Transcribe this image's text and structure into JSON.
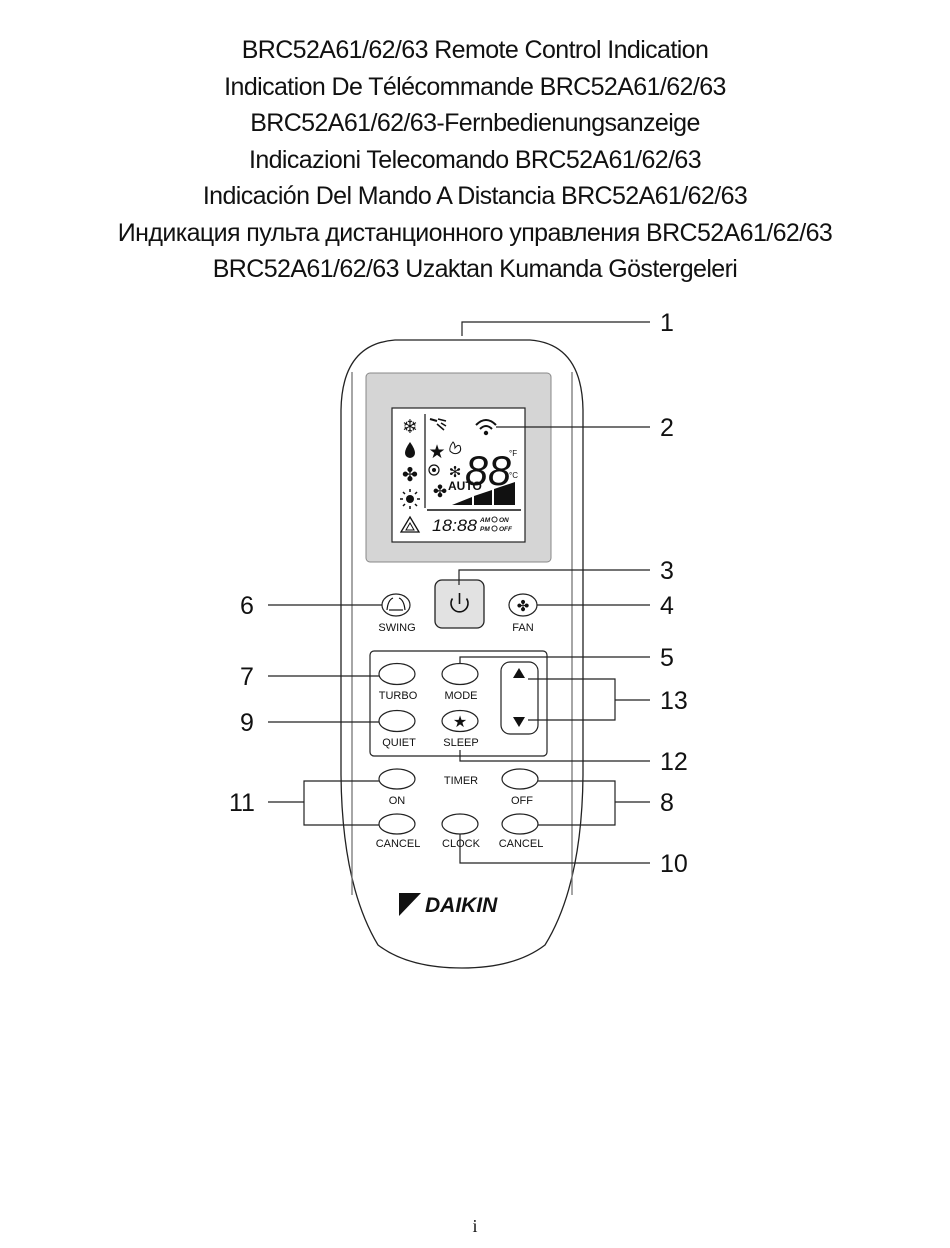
{
  "titles": [
    "BRC52A61/62/63 Remote Control Indication",
    "Indication De Télécommande BRC52A61/62/63",
    "BRC52A61/62/63-Fernbedienungsanzeige",
    "Indicazioni Telecomando BRC52A61/62/63",
    "Indicación Del Mando A Distancia BRC52A61/62/63",
    "Индикация пульта дистанционного управления BRC52A61/62/63",
    "BRC52A61/62/63 Uzaktan Kumanda Göstergeleri"
  ],
  "callouts": {
    "c1": "1",
    "c2": "2",
    "c3": "3",
    "c4": "4",
    "c5": "5",
    "c6": "6",
    "c7": "7",
    "c8": "8",
    "c9": "9",
    "c10": "10",
    "c11": "11",
    "c12": "12",
    "c13": "13"
  },
  "buttons": {
    "swing": "SWING",
    "fan": "FAN",
    "turbo": "TURBO",
    "mode": "MODE",
    "quiet": "QUIET",
    "sleep": "SLEEP",
    "timer": "TIMER",
    "on": "ON",
    "off": "OFF",
    "cancel_on": "CANCEL",
    "clock": "CLOCK",
    "cancel_off": "CANCEL"
  },
  "lcd": {
    "temperature": "88",
    "unit_f": "°F",
    "unit_c": "°C",
    "auto": "AUTO",
    "clock": "18:88",
    "am": "AM",
    "pm": "PM",
    "timer_on": "ON",
    "timer_off": "OFF"
  },
  "brand": "DAIKIN",
  "page_number": "i"
}
